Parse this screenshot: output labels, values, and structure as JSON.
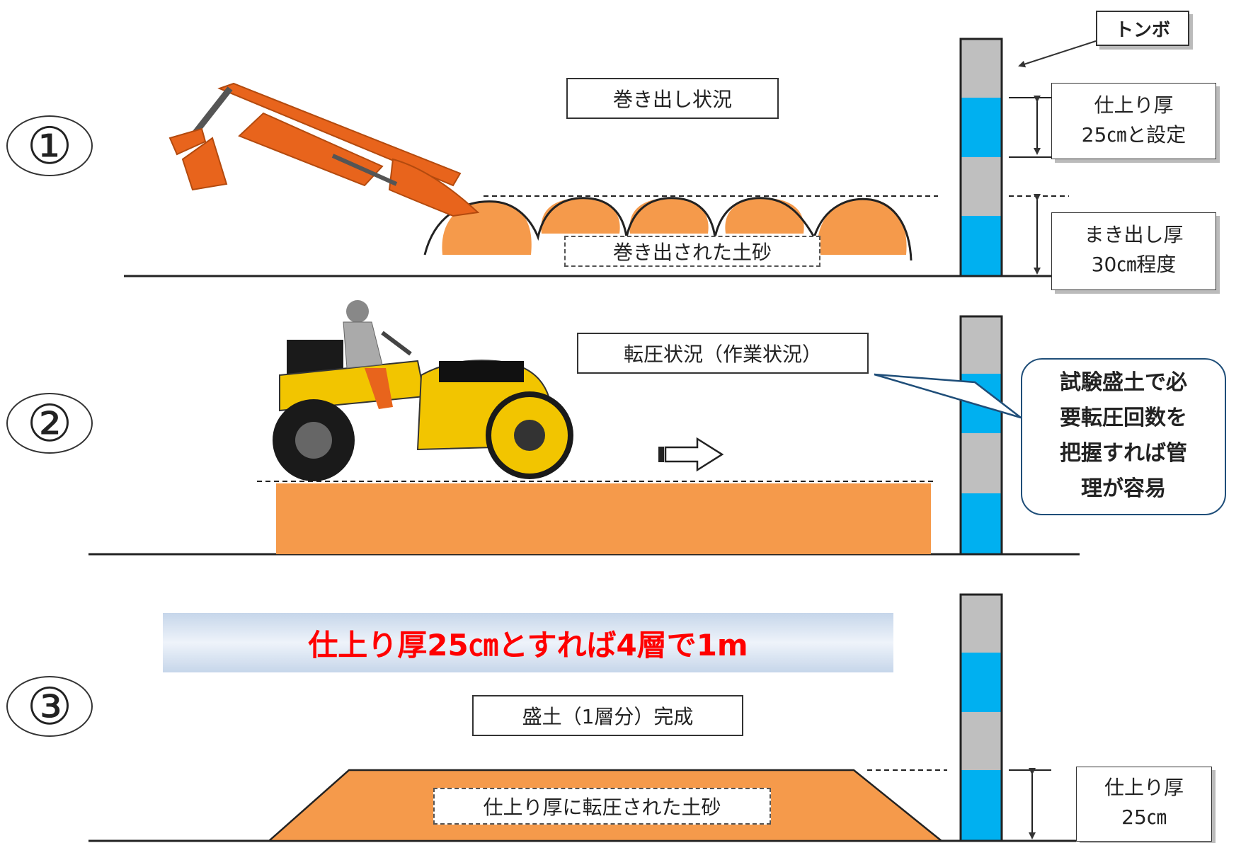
{
  "steps": [
    {
      "number": "①",
      "title": "巻き出し状況",
      "soil_label": "巻き出された土砂"
    },
    {
      "number": "②",
      "title": "転圧状況（作業状況）"
    },
    {
      "number": "③",
      "title": "盛土（1層分）完成",
      "soil_label": "仕上り厚に転圧された土砂"
    }
  ],
  "tombo_label": "トンボ",
  "annotations": {
    "finish_setting": [
      "仕上り厚",
      "25㎝と設定"
    ],
    "spread_thickness": [
      "まき出し厚",
      "30㎝程度"
    ],
    "finish_final": [
      "仕上り厚",
      "25㎝"
    ]
  },
  "callout": [
    "試験盛土で必",
    "要転圧回数を",
    "把握すれば管",
    "理が容易"
  ],
  "banner": "仕上り厚25㎝とすれば4層で1m",
  "colors": {
    "soil": "#f59a4b",
    "pole_blue": "#00b0f0",
    "pole_gray": "#bfbfbf",
    "banner_text": "#ff0000",
    "excavator": "#e8641c",
    "roller": "#f2c500",
    "callout_border": "#1f4e79"
  },
  "icons": [
    "excavator-icon",
    "roller-icon",
    "arrow-right-icon"
  ]
}
